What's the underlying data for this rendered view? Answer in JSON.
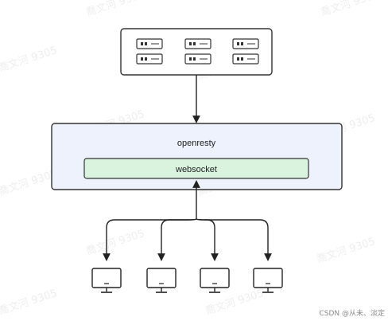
{
  "diagram": {
    "gateway": {
      "label": "openresty",
      "inner_label": "websocket"
    },
    "server_rack": {
      "icon": "server-icon",
      "count": 6
    },
    "clients": {
      "icon": "monitor-icon",
      "count": 4
    },
    "colors": {
      "gateway_fill": "#eef2fc",
      "websocket_fill": "#d9f3df",
      "stroke": "#333333"
    }
  },
  "watermark": {
    "text": "喬文河 9305"
  },
  "credit": {
    "text": "CSDN @从未、淡定"
  }
}
